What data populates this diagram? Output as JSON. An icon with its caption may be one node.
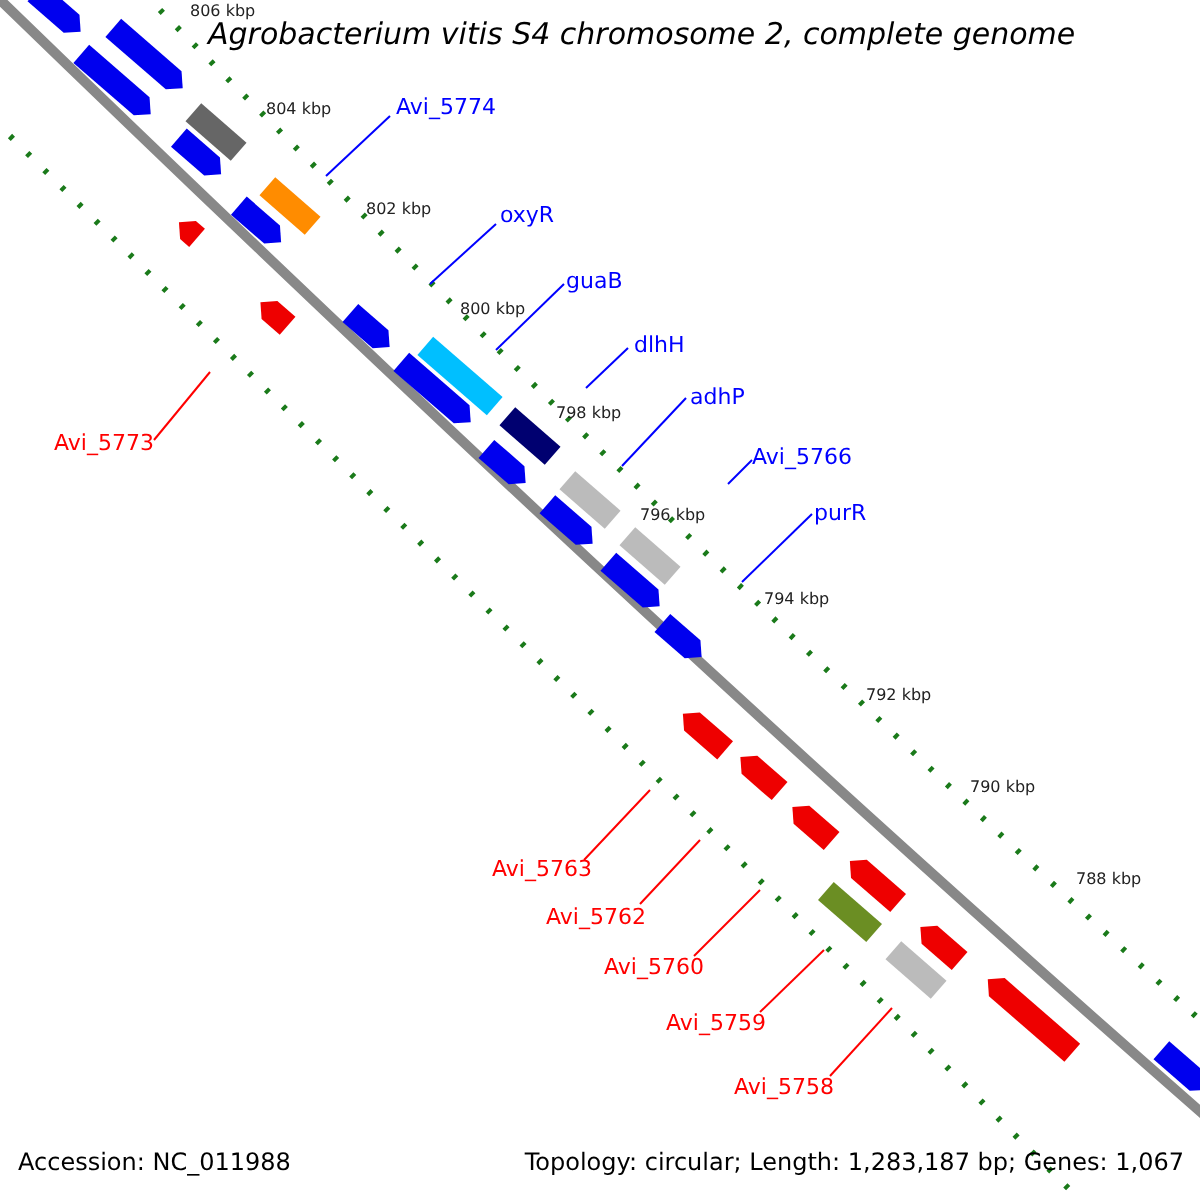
{
  "diagram": {
    "title": "Agrobacterium vitis S4 chromosome 2, complete genome",
    "nodes": [
      {
        "text": [
          "Avi_5774"
        ]
      },
      {
        "text": [
          "oxyR"
        ]
      },
      {
        "text": [
          "guaB"
        ]
      },
      {
        "text": [
          "dlhH"
        ]
      },
      {
        "text": [
          "adhP"
        ]
      },
      {
        "text": [
          "Avi_5766"
        ]
      },
      {
        "text": [
          "purR"
        ]
      },
      {
        "text": [
          "Avi_5773"
        ]
      },
      {
        "text": [
          "Avi_5763"
        ]
      },
      {
        "text": [
          "Avi_5762"
        ]
      },
      {
        "text": [
          "Avi_5760"
        ]
      },
      {
        "text": [
          "Avi_5759"
        ]
      },
      {
        "text": [
          "Avi_5758"
        ]
      }
    ],
    "edges": [
      {
        "from": 0,
        "to": null,
        "arrow": "none"
      },
      {
        "from": 1,
        "to": null,
        "arrow": "none"
      },
      {
        "from": 2,
        "to": null,
        "arrow": "none"
      },
      {
        "from": 3,
        "to": null,
        "arrow": "none"
      },
      {
        "from": 4,
        "to": null,
        "arrow": "none"
      },
      {
        "from": 5,
        "to": null,
        "arrow": "none"
      },
      {
        "from": 6,
        "to": null,
        "arrow": "none"
      },
      {
        "from": 7,
        "to": null,
        "arrow": "none",
        "color": "#ff0000"
      },
      {
        "from": 8,
        "to": null,
        "arrow": "none",
        "color": "#ff0000"
      },
      {
        "from": 9,
        "to": null,
        "arrow": "none",
        "color": "#ff0000"
      },
      {
        "from": 10,
        "to": null,
        "arrow": "none",
        "color": "#ff0000"
      },
      {
        "from": 11,
        "to": null,
        "arrow": "none",
        "color": "#ff0000"
      },
      {
        "from": 12,
        "to": null,
        "arrow": "none",
        "color": "#ff0000"
      }
    ],
    "labels": [
      "806 kbp",
      "804 kbp",
      "802 kbp",
      "800 kbp",
      "798 kbp",
      "796 kbp",
      "794 kbp",
      "792 kbp",
      "790 kbp",
      "788 kbp",
      "Accession: NC_011988",
      "Topology: circular; Length: 1,283,187 bp; Genes: 1,067"
    ]
  }
}
